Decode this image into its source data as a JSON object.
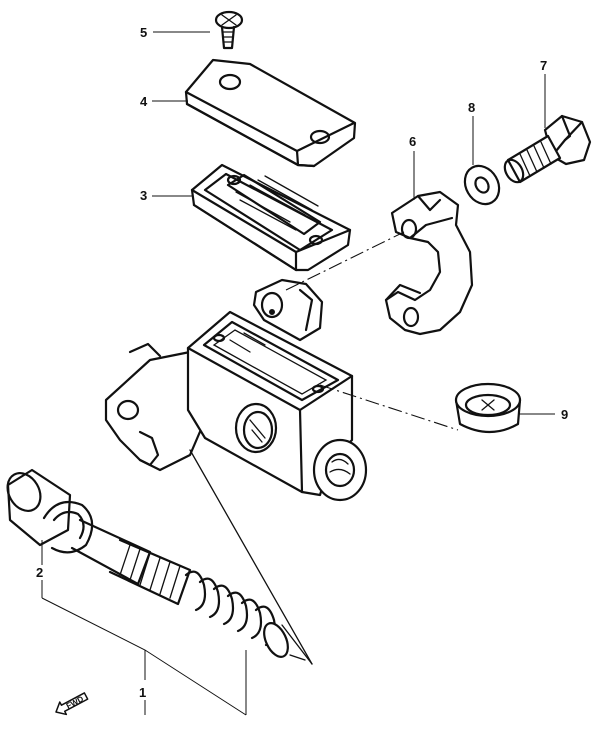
{
  "parts": [
    {
      "id": "callout-1",
      "label": "1"
    },
    {
      "id": "callout-2",
      "label": "2"
    },
    {
      "id": "callout-3",
      "label": "3"
    },
    {
      "id": "callout-4",
      "label": "4"
    },
    {
      "id": "callout-5",
      "label": "5"
    },
    {
      "id": "callout-6",
      "label": "6"
    },
    {
      "id": "callout-7",
      "label": "7"
    },
    {
      "id": "callout-8",
      "label": "8"
    },
    {
      "id": "callout-9",
      "label": "9"
    }
  ],
  "direction_marker": {
    "label": "FWD",
    "icon": "forward-arrow-icon"
  }
}
